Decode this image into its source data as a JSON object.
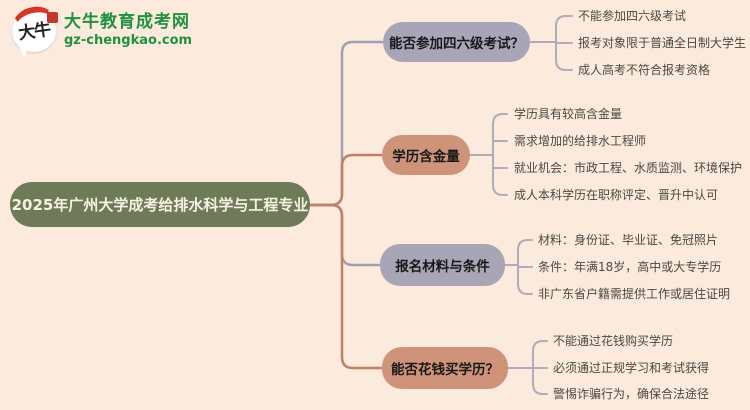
{
  "logo": {
    "site_name": "大牛教育成考网",
    "site_url": "gz-chengkao.com",
    "bubble_text": "大牛",
    "brand_green": "#1f9240",
    "brand_red": "#d63427"
  },
  "colors": {
    "background": "#fcebdc",
    "root_fill": "#6e7a58",
    "root_text": "#f6f2e2",
    "branch_lavender": "#a8a5b7",
    "branch_salmon": "#ce9378",
    "connector_gray": "#a29eb1",
    "connector_salmon": "#bf8166",
    "leaf_connector": "#aeabbd",
    "leaf_text": "#4b4742"
  },
  "root": {
    "label": "2025年广州大学成考给排水科学与工程专业"
  },
  "branches": [
    {
      "label": "能否参加四六级考试？",
      "color": "lavender",
      "leaves": [
        "不能参加四六级考试",
        "报考对象限于普通全日制大学生",
        "成人高考不符合报考资格"
      ]
    },
    {
      "label": "学历含金量",
      "color": "salmon",
      "leaves": [
        "学历具有较高含金量",
        "需求增加的给排水工程师",
        "就业机会：市政工程、水质监测、环境保护",
        "成人本科学历在职称评定、晋升中认可"
      ]
    },
    {
      "label": "报名材料与条件",
      "color": "lavender",
      "leaves": [
        "材料：身份证、毕业证、免冠照片",
        "条件：年满18岁，高中或大专学历",
        "非广东省户籍需提供工作或居住证明"
      ]
    },
    {
      "label": "能否花钱买学历？",
      "color": "salmon",
      "leaves": [
        "不能通过花钱购买学历",
        "必须通过正规学习和考试获得",
        "警惕诈骗行为，确保合法途径"
      ]
    }
  ]
}
